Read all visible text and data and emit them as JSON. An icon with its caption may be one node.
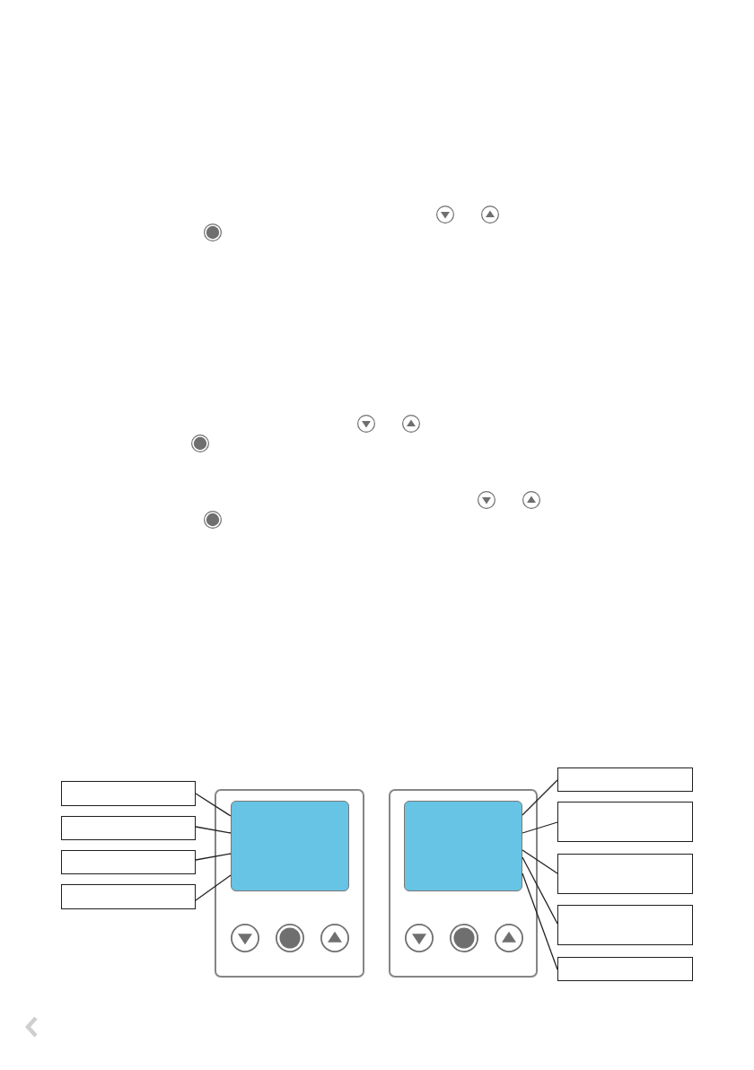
{
  "diagram": {
    "nodes": [
      {
        "text": [],
        "shape": "box"
      },
      {
        "text": [],
        "shape": "box"
      },
      {
        "text": [],
        "shape": "box"
      },
      {
        "text": [],
        "shape": "box"
      },
      {
        "text": [],
        "shape": "device"
      },
      {
        "text": [],
        "shape": "screen",
        "in": 4
      },
      {
        "text": [],
        "shape": "device"
      },
      {
        "text": [],
        "shape": "screen",
        "in": 6
      },
      {
        "text": [],
        "shape": "box"
      },
      {
        "text": [],
        "shape": "box"
      },
      {
        "text": [],
        "shape": "box"
      },
      {
        "text": [],
        "shape": "box"
      },
      {
        "text": [],
        "shape": "box"
      }
    ],
    "edges": [
      {
        "from": 0,
        "to": 5,
        "arrow": "none"
      },
      {
        "from": 1,
        "to": 5,
        "arrow": "none"
      },
      {
        "from": 2,
        "to": 5,
        "arrow": "none"
      },
      {
        "from": 3,
        "to": 5,
        "arrow": "none"
      },
      {
        "from": 8,
        "to": 7,
        "arrow": "none"
      },
      {
        "from": 9,
        "to": 7,
        "arrow": "none"
      },
      {
        "from": 10,
        "to": 7,
        "arrow": "none"
      },
      {
        "from": 11,
        "to": 7,
        "arrow": "none"
      },
      {
        "from": 12,
        "to": 7,
        "arrow": "none"
      }
    ]
  }
}
